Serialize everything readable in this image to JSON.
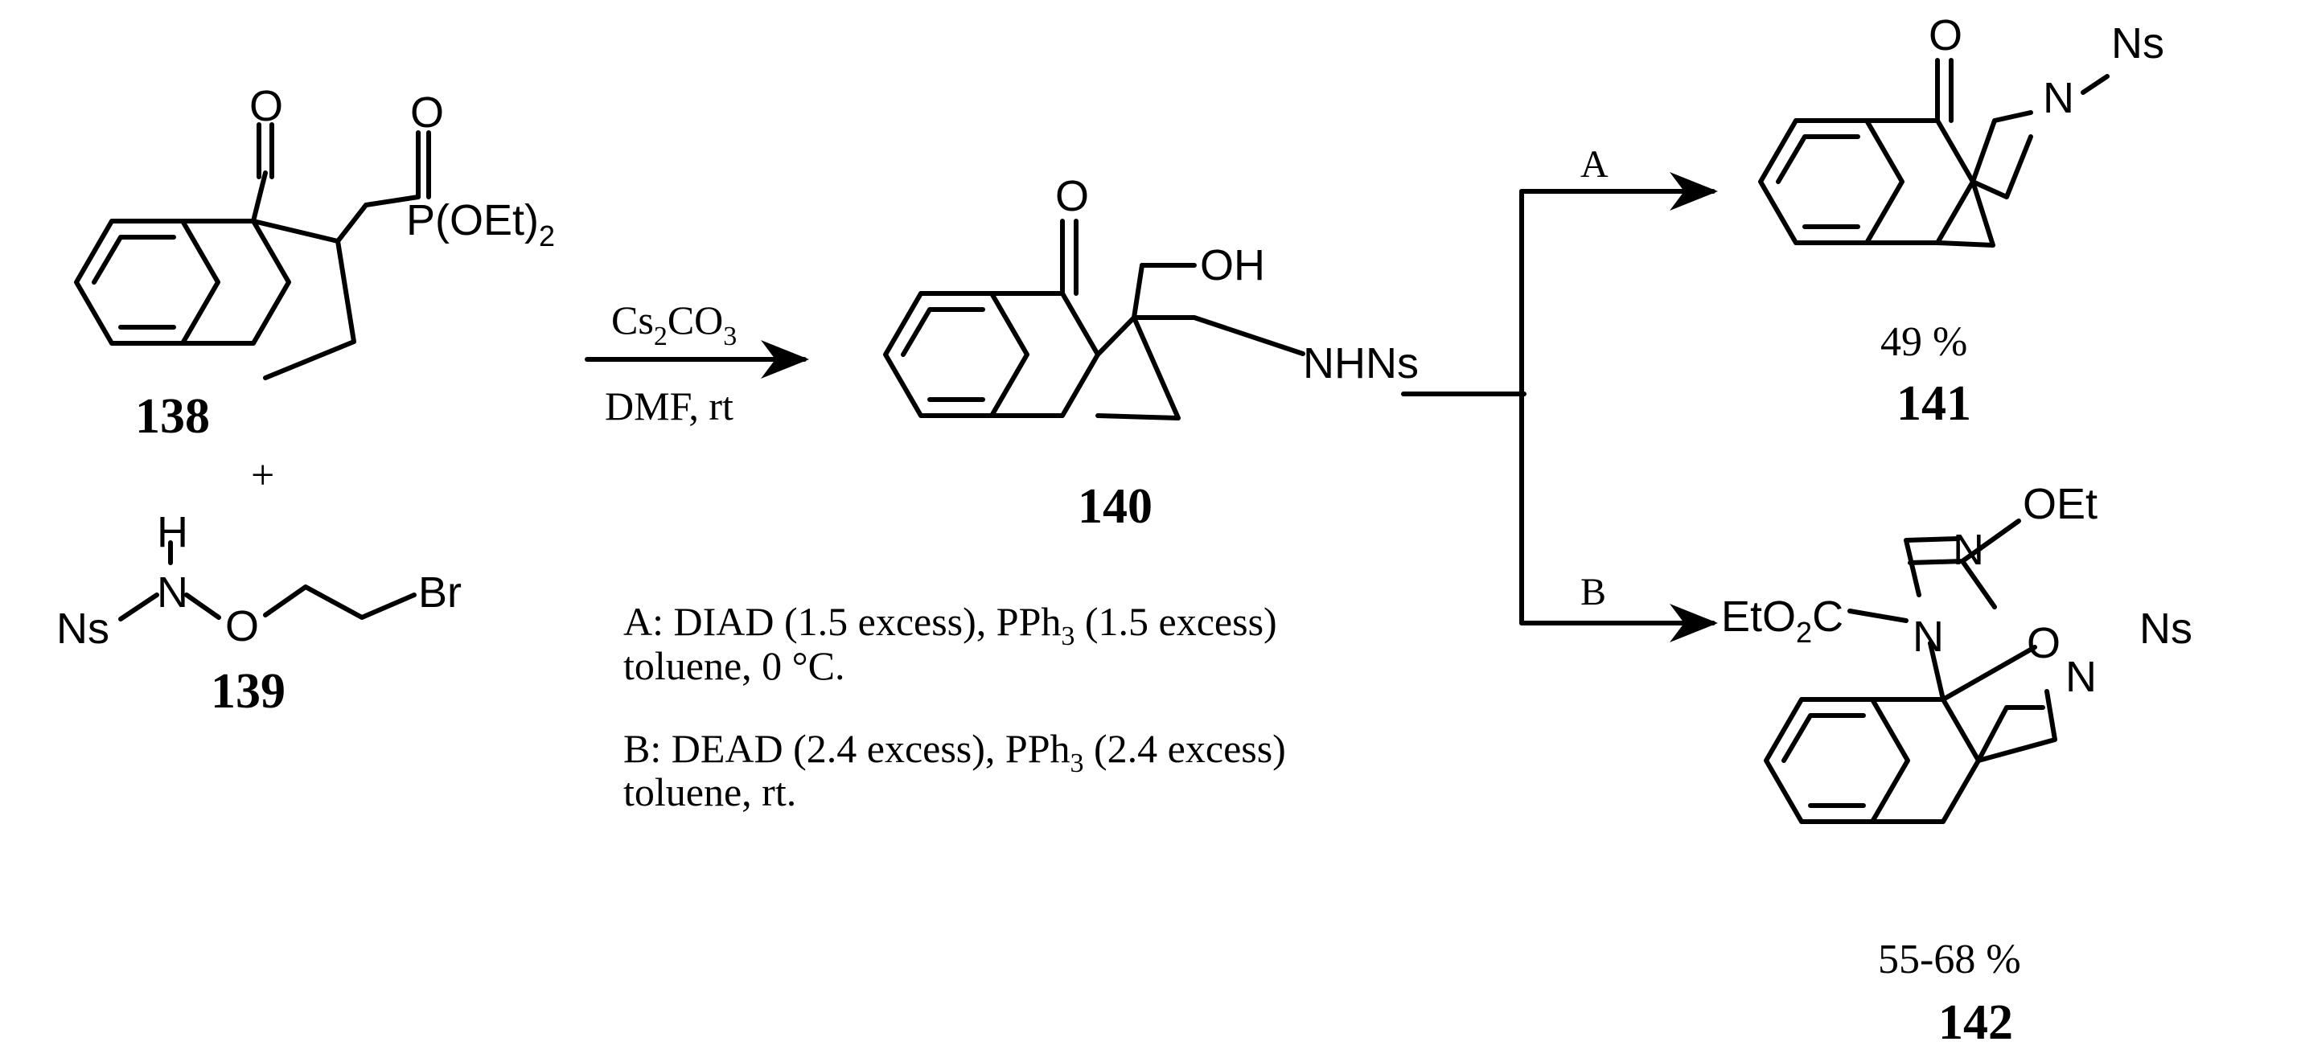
{
  "compounds": {
    "c138": {
      "number": "138",
      "carbonyl_o": "O",
      "phosphoryl_o": "O",
      "phosphonate": "P(OEt)",
      "phosphonate_sub": "2"
    },
    "plus": "+",
    "c139": {
      "number": "139",
      "h": "H",
      "n": "N",
      "o": "O",
      "ns": "Ns",
      "br": "Br"
    },
    "c140": {
      "number": "140",
      "carbonyl_o": "O",
      "oh": "OH",
      "nhns": "NHNs"
    },
    "c141": {
      "number": "141",
      "carbonyl_o": "O",
      "n": "N",
      "ns": "Ns",
      "yield": "49 %"
    },
    "c142": {
      "number": "142",
      "n_top": "N",
      "n_left": "N",
      "o_ring": "O",
      "oet": "OEt",
      "ester_a": "EtO",
      "ester_sub": "2",
      "ester_b": "C",
      "n_az": "N",
      "ns": "Ns",
      "yield": "55-68 %"
    }
  },
  "reaction1": {
    "reagent_a": "Cs",
    "reagent_sub1": "2",
    "reagent_b": "CO",
    "reagent_sub2": "3",
    "conditions": "DMF, rt"
  },
  "branches": {
    "a_label": "A",
    "b_label": "B"
  },
  "conditions": {
    "a_line1_a": "A: DIAD (1.5 excess), PPh",
    "a_line1_sub": "3",
    "a_line1_b": " (1.5 excess)",
    "a_line2": "toluene, 0 °C.",
    "b_line1_a": "B: DEAD (2.4 excess), PPh",
    "b_line1_sub": "3",
    "b_line1_b": " (2.4 excess)",
    "b_line2": "toluene, rt."
  }
}
